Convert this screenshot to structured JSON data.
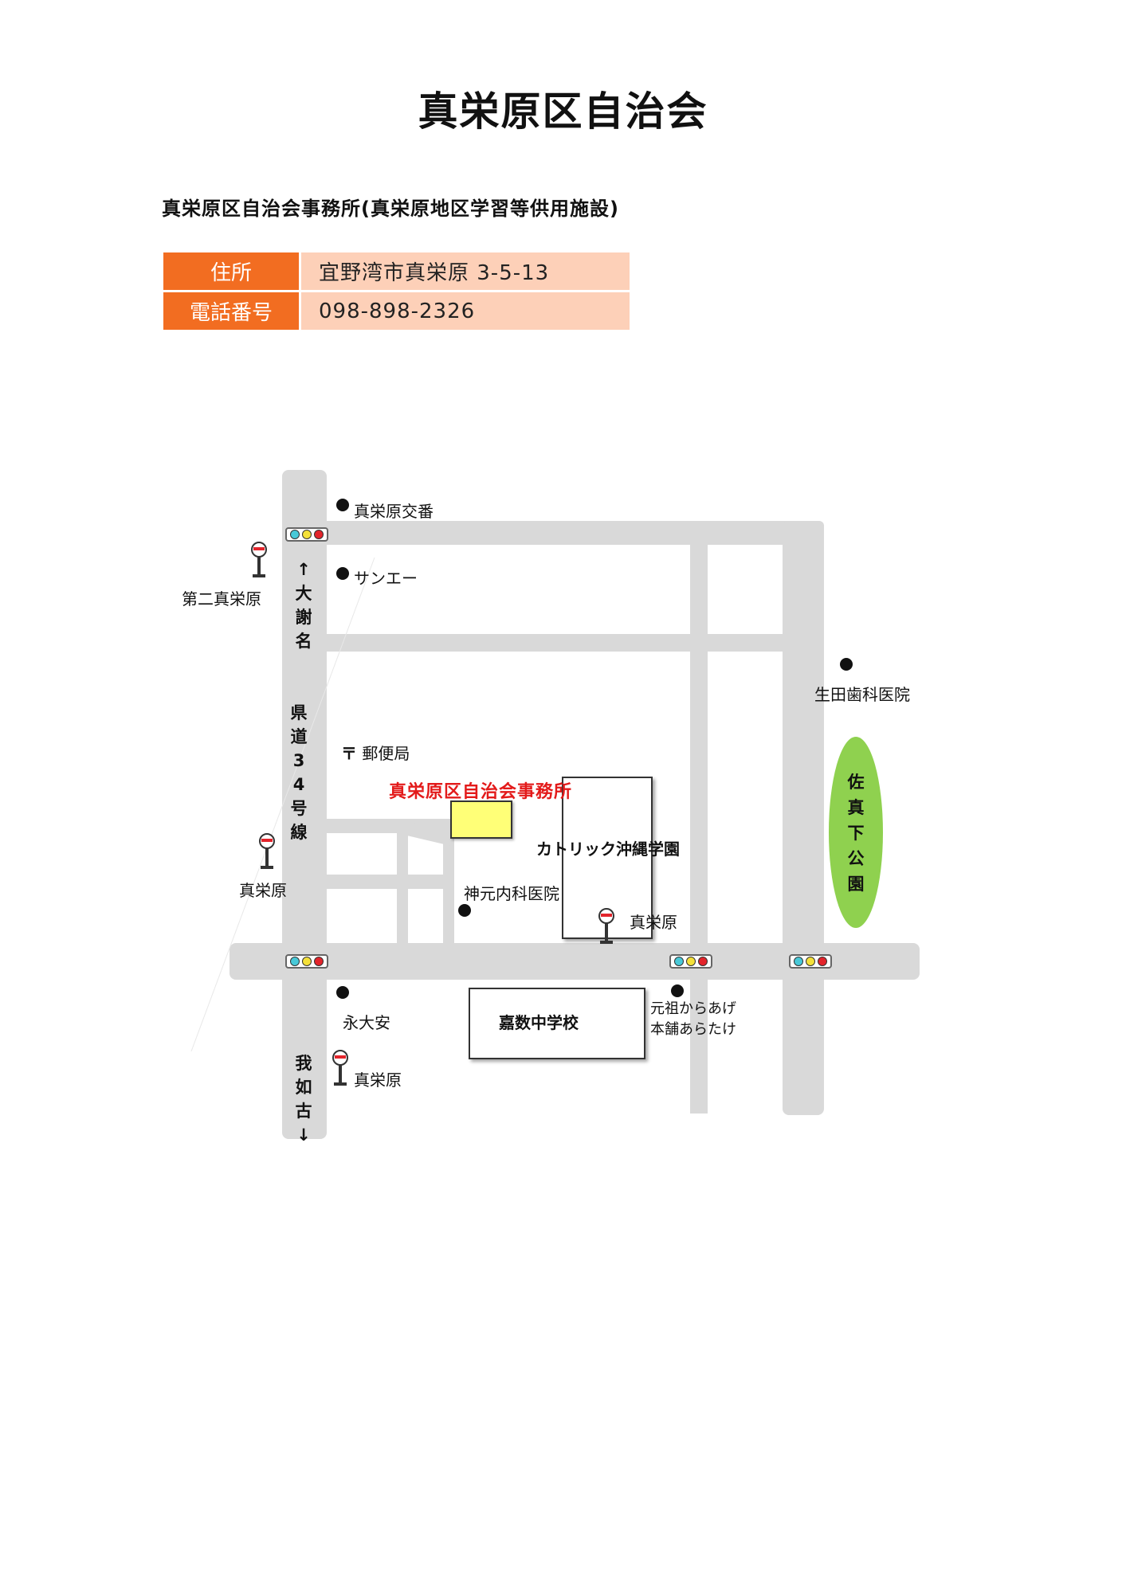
{
  "title": "真栄原区自治会",
  "subtitle": "真栄原区自治会事務所(真栄原地区学習等供用施設)",
  "info_table": {
    "address_label": "住所",
    "address_value": "宜野湾市真栄原 3-5-13",
    "phone_label": "電話番号",
    "phone_value": "098-898-2326"
  },
  "map": {
    "colors": {
      "road": "#d9d9d9",
      "office": "#ffff77",
      "park": "#8fd14f",
      "office_label": "#e31a1a",
      "info_key_bg": "#f26d21",
      "info_val_bg": "#fdd0b8"
    },
    "labels": {
      "koban": "真栄原交番",
      "sanei": "サンエー",
      "dainishineihara": "第二真栄原",
      "ikuta": "生田歯科医院",
      "post_mark": "〒",
      "post": "郵便局",
      "office": "真栄原区自治会事務所",
      "catholic": "カトリック沖縄学園",
      "kamimoto": "神元内科医院",
      "shineihara_west": "真栄原",
      "shineihara_east": "真栄原",
      "eidaian": "永大安",
      "kazu": "嘉数中学校",
      "karaage": "元祖からあげ\n本舗あらたけ",
      "shineihara_south": "真栄原",
      "to_ojana": "↑大謝名",
      "route": "県道34号線",
      "to_ginowan": "我如古↓",
      "park": "佐真下公園"
    },
    "icons": [
      "traffic-light-icon",
      "bus-stop-icon",
      "landmark-dot-icon",
      "post-office-icon"
    ]
  }
}
